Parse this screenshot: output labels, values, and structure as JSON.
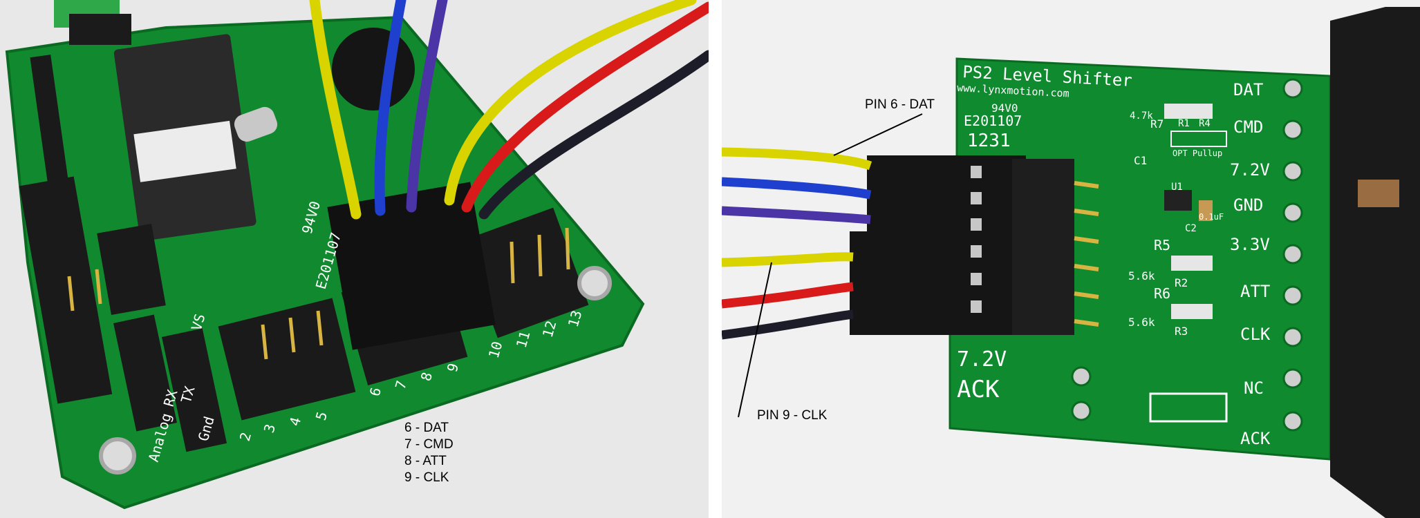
{
  "left_photo": {
    "legend": [
      "6 - DAT",
      "7 - CMD",
      "8 - ATT",
      "9 - CLK"
    ],
    "board_labels": {
      "pins": [
        "5",
        "6",
        "7",
        "8",
        "9",
        "10",
        "11",
        "12",
        "13"
      ],
      "bottom_row": [
        "2",
        "3",
        "4"
      ],
      "serial": [
        "RX",
        "TX",
        "Gnd"
      ],
      "analog": "Analog",
      "vs": "VS",
      "cert": [
        "94V0",
        "E201107"
      ]
    }
  },
  "right_photo": {
    "callouts": {
      "top": "PIN 6 - DAT",
      "bottom": "PIN 9 - CLK"
    },
    "board": {
      "title": "PS2 Level Shifter",
      "url": "www.lynxmotion.com",
      "cert": [
        "94V0",
        "E201107"
      ],
      "date": "1231",
      "pin_labels": [
        "DAT",
        "CMD",
        "7.2V",
        "GND",
        "3.3V",
        "ATT",
        "CLK",
        "NC",
        "ACK"
      ],
      "left_labels": [
        "7.2V",
        "ACK"
      ],
      "components": [
        "R1",
        "R4",
        "R2",
        "R3",
        "R5",
        "R6",
        "R7",
        "C1",
        "C2",
        "U1",
        "4.7k",
        "5.6k",
        "5.6k",
        "0.1uF",
        "OPT Pullup"
      ]
    }
  },
  "colors": {
    "pcb": "#0f8a2e",
    "wire_yellow": "#d9d400",
    "wire_blue": "#1f3fcf",
    "wire_purple": "#4b35a6",
    "wire_red": "#d81a1a",
    "wire_black": "#1d1d2a"
  }
}
